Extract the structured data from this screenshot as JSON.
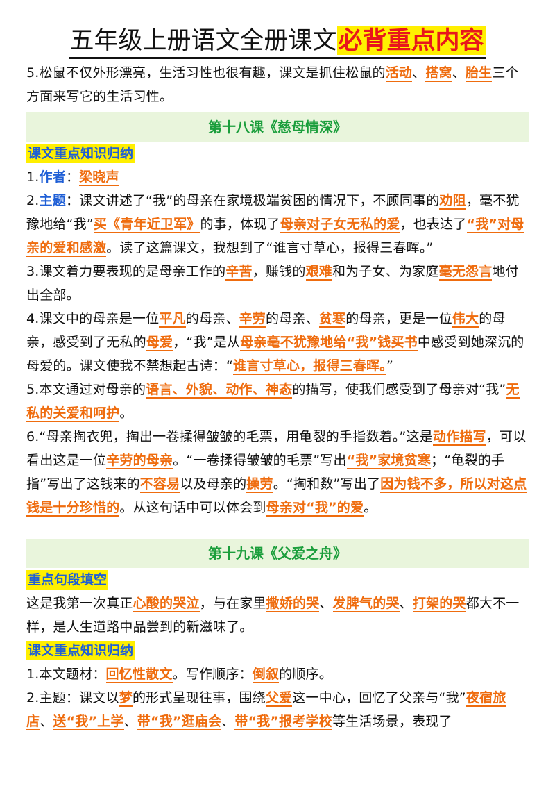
{
  "title": {
    "plain": "五年级上册语文全册课文",
    "highlight": "必背重点内容"
  },
  "p5_top": {
    "a": "5.松鼠不仅外形漂亮，生活习性也很有趣，课文是抓住松鼠的",
    "h1": "活动",
    "s1": "、",
    "h2": "搭窝",
    "s2": "、",
    "h3": "胎生",
    "b": "三个方面来写它的生活习性。"
  },
  "lesson18": {
    "banner": "第十八课《慈母情深》",
    "section": "课文重点知识归纳",
    "i1": {
      "num": "1.",
      "label": "作者",
      "sep": "：",
      "val": "梁晓声"
    },
    "i2": {
      "num": "2.",
      "label": "主题",
      "a": "：课文讲述了“我”的母亲在家境极端贫困的情况下，不顾同事的",
      "h1": "劝阻",
      "b": "，毫不犹豫地给“我”",
      "h2": "买《青年近卫军》",
      "c": "的事，体现了",
      "h3": "母亲对子女无私的爱",
      "d": "，也表达了",
      "h4": "“我”对母亲的爱和感激",
      "e": "。读了这篇课文，我想到了“谁言寸草心，报得三春晖。”"
    },
    "i3": {
      "a": "3.课文着力要表现的是母亲工作的",
      "h1": "辛苦",
      "b": "，赚钱的",
      "h2": "艰难",
      "c": "和为子女、为家庭",
      "h3": "毫无怨言",
      "d": "地付出全部。"
    },
    "i4": {
      "a": "4.课文中的母亲是一位",
      "h1": "平凡",
      "b": "的母亲、",
      "h2": "辛劳",
      "c": "的母亲、",
      "h3": "贫寒",
      "d": "的母亲，更是一位",
      "h4": "伟大",
      "e": "的母亲，感受到了无私的",
      "h5": "母爱",
      "f": "，“我”是从",
      "h6": "母亲毫不犹豫地给“我”钱买书",
      "g": "中感受到她深沉的母爱的。课文使我不禁想起古诗：“",
      "h7": "谁言寸草心，报得三春晖。",
      "h": "”"
    },
    "i5": {
      "a": "5.本文通过对母亲的",
      "h1": "语言、外貌、动作、神态",
      "b": "的描写，使我们感受到了母亲对“我”",
      "h2": "无私的关爱和呵护",
      "c": "。"
    },
    "i6": {
      "a": "6.“母亲掏衣兜，掏出一卷揉得皱皱的毛票，用龟裂的手指数着。”这是",
      "h1": "动作描写",
      "b": "，可以看出这是一位",
      "h2": "辛劳的母亲",
      "c": "。“一卷揉得皱皱的毛票”写出",
      "h3": "“我”家境贫寒",
      "d": "；“龟裂的手指”写出了这钱来的",
      "h4": "不容易",
      "e": "以及母亲的",
      "h5": "操劳",
      "f": "。“掏和数”写出了",
      "h6": "因为钱不多，所以对这点钱是十分珍惜的",
      "g": "。从这句话中可以体会到",
      "h7": "母亲对“我”的爱",
      "h": "。"
    }
  },
  "lesson19": {
    "banner": "第十九课《父爱之舟》",
    "section1": "重点句段填空",
    "fill": {
      "a": "这是我第一次真正",
      "h1": "心酸的哭泣",
      "b": "，与在家里",
      "h2": "撒娇的哭",
      "c": "、",
      "h3": "发脾气的哭",
      "d": "、",
      "h4": "打架的哭",
      "e": "都大不一样，是人生道路中品尝到的新滋味了。"
    },
    "section2": "课文重点知识归纳",
    "i1": {
      "a": "1.本文题材：",
      "h1": "回忆性散文",
      "b": "。写作顺序：",
      "h2": "倒叙",
      "c": "的顺序。"
    },
    "i2": {
      "a": "2.主题：课文以",
      "h1": "梦",
      "b": "的形式呈现往事，围绕",
      "h2": "父爱",
      "c": "这一中心，回忆了父亲与“我”",
      "h3": "夜宿旅店",
      "s1": "、",
      "h4": "送“我”上学",
      "s2": "、",
      "h5": "带“我”逛庙会",
      "s3": "、",
      "h6": "带“我”报考学校",
      "d": "等生活场景，表现了"
    }
  }
}
